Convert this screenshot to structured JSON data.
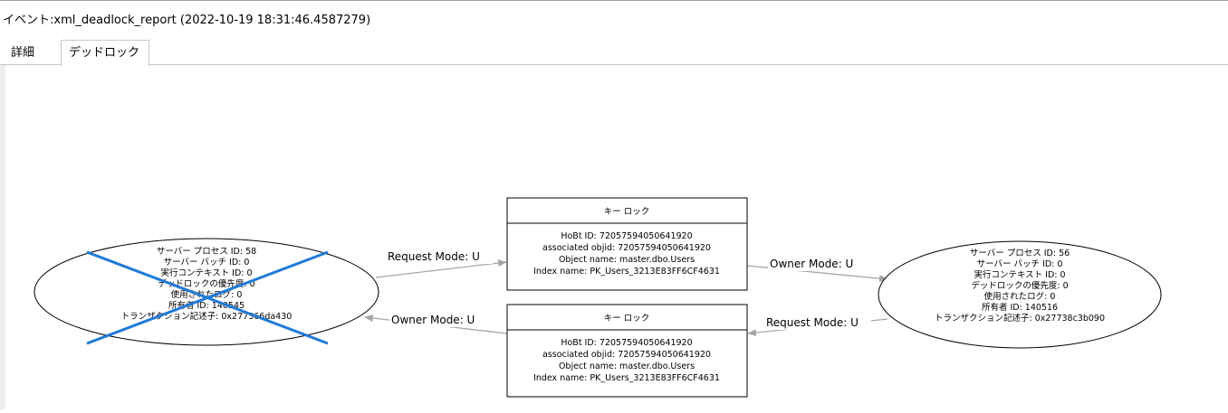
{
  "window": {
    "title": "イベント:xml_deadlock_report (2022-10-19 18:31:46.4587279)"
  },
  "tabs": [
    {
      "label": "詳細",
      "active": false
    },
    {
      "label": "デッドロック",
      "active": true
    }
  ],
  "graph": {
    "process_left": {
      "victim": true,
      "lines": [
        "サーバー プロセス ID: 58",
        "サーバー バッチ ID: 0",
        "実行コンテキスト ID: 0",
        "デッドロックの優先度: 0",
        "使用されたログ: 0",
        "所有者 ID: 140545",
        "トランザクション記述子: 0x277366da430"
      ]
    },
    "process_right": {
      "victim": false,
      "lines": [
        "サーバー プロセス ID: 56",
        "サーバー バッチ ID: 0",
        "実行コンテキスト ID: 0",
        "デッドロックの優先度: 0",
        "使用されたログ: 0",
        "所有者 ID: 140516",
        "トランザクション記述子: 0x27738c3b090"
      ]
    },
    "resource_top": {
      "header": "キー ロック",
      "lines": [
        "HoBt ID: 72057594050641920",
        "associated objid: 72057594050641920",
        "Object name: master.dbo.Users",
        "Index name: PK_Users_3213E83FF6CF4631"
      ]
    },
    "resource_bottom": {
      "header": "キー ロック",
      "lines": [
        "HoBt ID: 72057594050641920",
        "associated objid: 72057594050641920",
        "Object name: master.dbo.Users",
        "Index name: PK_Users_3213E83FF6CF4631"
      ]
    },
    "edges": {
      "left_to_top": "Request Mode: U",
      "top_to_right": "Owner Mode: U",
      "right_to_bottom": "Request Mode: U",
      "bottom_to_left": "Owner Mode: U"
    },
    "colors": {
      "victim_cross": "#1f7ad6",
      "edge": "#a6a6a6",
      "node_border": "#000000"
    }
  }
}
